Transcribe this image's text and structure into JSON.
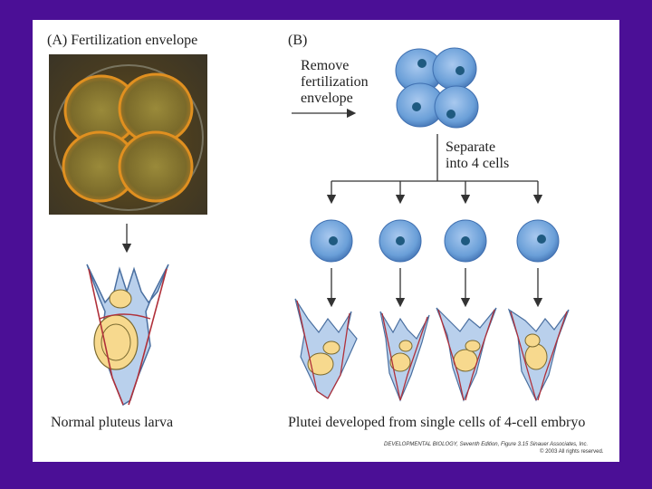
{
  "panel_a": {
    "title": "(A)  Fertilization envelope",
    "caption": "Normal pluteus larva"
  },
  "panel_b": {
    "title": "(B)",
    "step1_lines": [
      "Remove",
      "fertilization",
      "envelope"
    ],
    "step2_lines": [
      "Separate",
      "into 4 cells"
    ],
    "caption": "Plutei developed from single cells of 4-cell embryo"
  },
  "credit": {
    "line1": "DEVELOPMENTAL BIOLOGY, Seventh Edition, Figure 3.15   Sinauer Associates, Inc.",
    "line2": "© 2003 All rights reserved."
  },
  "colors": {
    "background": "#4b0f96",
    "cell_blue": "#6a9fd8",
    "larva_fill": "#b9d0ec",
    "yolk": "#f7d98e",
    "skeleton": "#b0303a"
  }
}
